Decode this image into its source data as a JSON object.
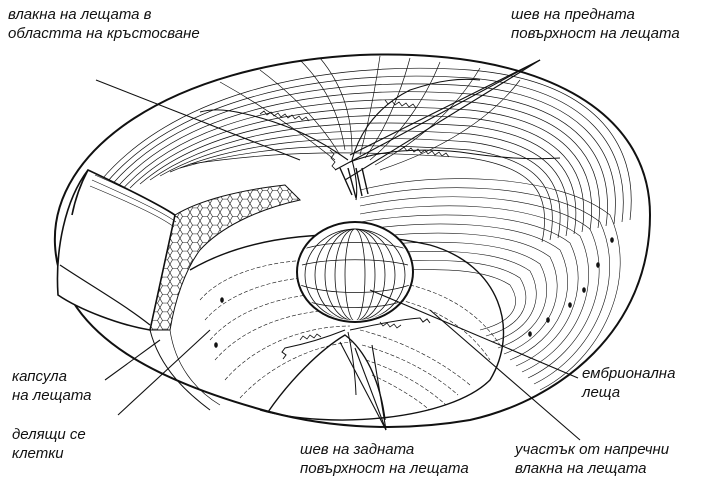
{
  "labels": {
    "fibers_crossing": [
      "влакна на лещата в",
      "областта на кръстосване"
    ],
    "anterior_suture": [
      "шев на предната",
      "повърхност на лещата"
    ],
    "capsule": [
      "капсула",
      "на лещата"
    ],
    "dividing_cells": [
      "делящи се",
      "клетки"
    ],
    "embryonic_lens": [
      "ембрионална",
      "леща"
    ],
    "posterior_suture": [
      "шев на задната",
      "повърхност на лещата"
    ],
    "cross_section": [
      "участък от напречни",
      "влакна на лещата"
    ]
  },
  "colors": {
    "ink": "#111111",
    "paper": "#ffffff"
  }
}
